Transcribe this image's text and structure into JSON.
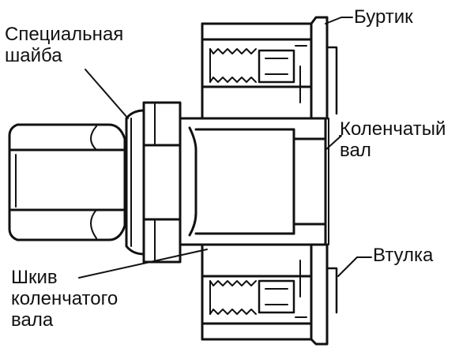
{
  "labels": {
    "special_washer": [
      "Специальная",
      "шайба"
    ],
    "flange": "Буртик",
    "crankshaft": [
      "Коленчатый",
      "вал"
    ],
    "bushing": "Втулка",
    "pulley": [
      "Шкив",
      "коленчатого",
      "вала"
    ]
  },
  "colors": {
    "ink": "#111111",
    "background": "#ffffff"
  }
}
